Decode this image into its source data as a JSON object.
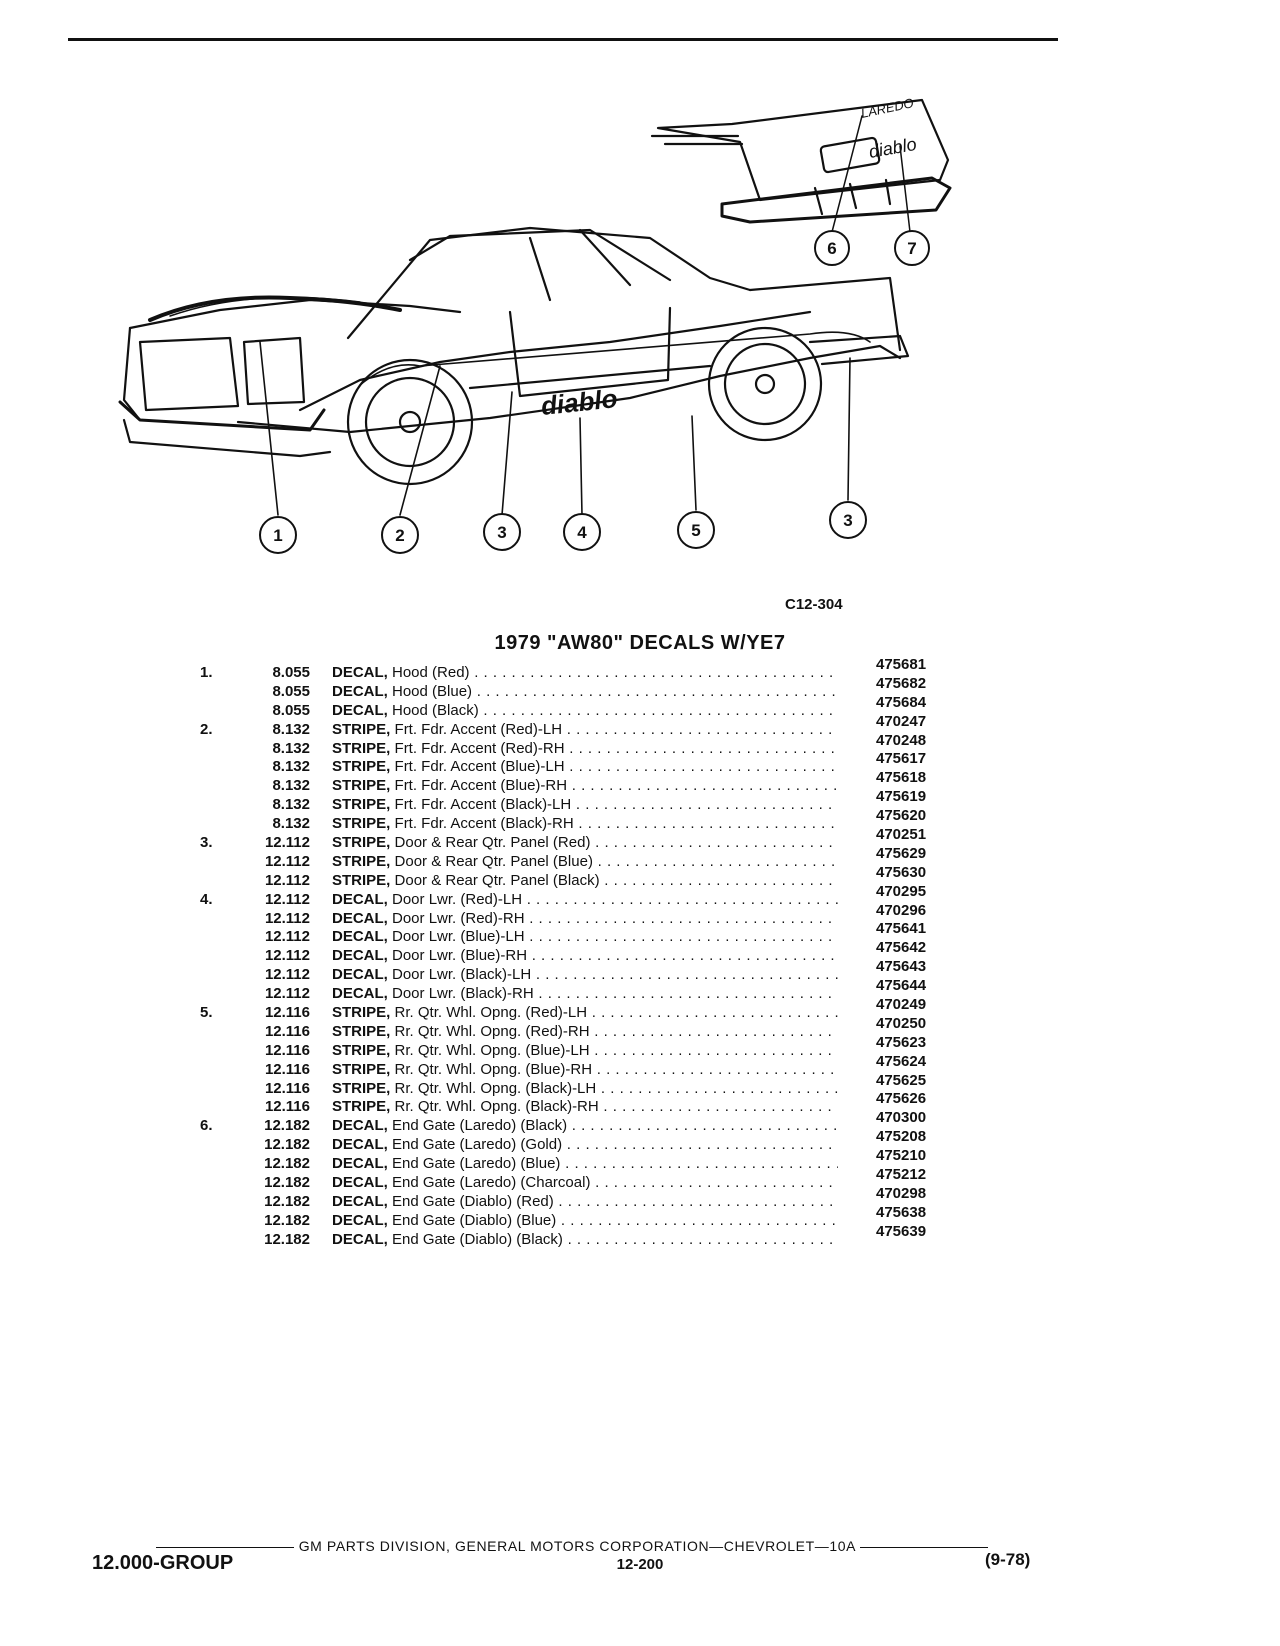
{
  "figure": {
    "code": "C12-304",
    "callouts": [
      "1",
      "2",
      "3",
      "4",
      "5",
      "3",
      "6",
      "7"
    ],
    "body_lettering": "diablo",
    "tailgate_lettering": [
      "LAREDO",
      "diablo"
    ]
  },
  "title": "1979 \"AW80\" DECALS W/YE7",
  "parts": [
    {
      "ref": "1.",
      "group": "8.055",
      "kw": "DECAL,",
      "desc": " Hood (Red)",
      "pn": "475681"
    },
    {
      "ref": "",
      "group": "8.055",
      "kw": "DECAL,",
      "desc": " Hood (Blue)",
      "pn": "475682"
    },
    {
      "ref": "",
      "group": "8.055",
      "kw": "DECAL,",
      "desc": " Hood (Black)",
      "pn": "475684"
    },
    {
      "ref": "2.",
      "group": "8.132",
      "kw": "STRIPE,",
      "desc": " Frt. Fdr. Accent (Red)-LH",
      "pn": "470247"
    },
    {
      "ref": "",
      "group": "8.132",
      "kw": "STRIPE,",
      "desc": " Frt. Fdr. Accent (Red)-RH",
      "pn": "470248"
    },
    {
      "ref": "",
      "group": "8.132",
      "kw": "STRIPE,",
      "desc": " Frt. Fdr. Accent (Blue)-LH",
      "pn": "475617"
    },
    {
      "ref": "",
      "group": "8.132",
      "kw": "STRIPE,",
      "desc": " Frt. Fdr. Accent (Blue)-RH",
      "pn": "475618"
    },
    {
      "ref": "",
      "group": "8.132",
      "kw": "STRIPE,",
      "desc": " Frt. Fdr. Accent (Black)-LH",
      "pn": "475619"
    },
    {
      "ref": "",
      "group": "8.132",
      "kw": "STRIPE,",
      "desc": " Frt. Fdr. Accent (Black)-RH",
      "pn": "475620"
    },
    {
      "ref": "3.",
      "group": "12.112",
      "kw": "STRIPE,",
      "desc": " Door & Rear Qtr. Panel (Red)",
      "pn": "470251"
    },
    {
      "ref": "",
      "group": "12.112",
      "kw": "STRIPE,",
      "desc": " Door & Rear Qtr. Panel (Blue)",
      "pn": "475629"
    },
    {
      "ref": "",
      "group": "12.112",
      "kw": "STRIPE,",
      "desc": " Door & Rear Qtr. Panel (Black)",
      "pn": "475630"
    },
    {
      "ref": "4.",
      "group": "12.112",
      "kw": "DECAL,",
      "desc": " Door Lwr. (Red)-LH",
      "pn": "470295"
    },
    {
      "ref": "",
      "group": "12.112",
      "kw": "DECAL,",
      "desc": " Door Lwr. (Red)-RH",
      "pn": "470296"
    },
    {
      "ref": "",
      "group": "12.112",
      "kw": "DECAL,",
      "desc": " Door Lwr. (Blue)-LH",
      "pn": "475641"
    },
    {
      "ref": "",
      "group": "12.112",
      "kw": "DECAL,",
      "desc": " Door Lwr. (Blue)-RH",
      "pn": "475642"
    },
    {
      "ref": "",
      "group": "12.112",
      "kw": "DECAL,",
      "desc": " Door Lwr. (Black)-LH",
      "pn": "475643"
    },
    {
      "ref": "",
      "group": "12.112",
      "kw": "DECAL,",
      "desc": " Door Lwr. (Black)-RH",
      "pn": "475644"
    },
    {
      "ref": "5.",
      "group": "12.116",
      "kw": "STRIPE,",
      "desc": " Rr. Qtr. Whl. Opng. (Red)-LH",
      "pn": "470249"
    },
    {
      "ref": "",
      "group": "12.116",
      "kw": "STRIPE,",
      "desc": " Rr. Qtr. Whl. Opng. (Red)-RH",
      "pn": "470250"
    },
    {
      "ref": "",
      "group": "12.116",
      "kw": "STRIPE,",
      "desc": " Rr. Qtr. Whl. Opng. (Blue)-LH",
      "pn": "475623"
    },
    {
      "ref": "",
      "group": "12.116",
      "kw": "STRIPE,",
      "desc": " Rr. Qtr. Whl. Opng. (Blue)-RH",
      "pn": "475624"
    },
    {
      "ref": "",
      "group": "12.116",
      "kw": "STRIPE,",
      "desc": " Rr. Qtr. Whl. Opng. (Black)-LH",
      "pn": "475625"
    },
    {
      "ref": "",
      "group": "12.116",
      "kw": "STRIPE,",
      "desc": " Rr. Qtr. Whl. Opng. (Black)-RH",
      "pn": "475626"
    },
    {
      "ref": "6.",
      "group": "12.182",
      "kw": "DECAL,",
      "desc": " End Gate (Laredo) (Black)",
      "pn": "470300"
    },
    {
      "ref": "",
      "group": "12.182",
      "kw": "DECAL,",
      "desc": " End Gate (Laredo) (Gold)",
      "pn": "475208"
    },
    {
      "ref": "",
      "group": "12.182",
      "kw": "DECAL,",
      "desc": " End Gate (Laredo) (Blue)",
      "pn": "475210"
    },
    {
      "ref": "",
      "group": "12.182",
      "kw": "DECAL,",
      "desc": " End Gate (Laredo) (Charcoal)",
      "pn": "475212"
    },
    {
      "ref": "",
      "group": "12.182",
      "kw": "DECAL,",
      "desc": " End Gate (Diablo) (Red)",
      "pn": "470298"
    },
    {
      "ref": "",
      "group": "12.182",
      "kw": "DECAL,",
      "desc": " End Gate (Diablo) (Blue)",
      "pn": "475638"
    },
    {
      "ref": "",
      "group": "12.182",
      "kw": "DECAL,",
      "desc": " End Gate (Diablo) (Black)",
      "pn": "475639"
    }
  ],
  "footer": {
    "publisher": "GM PARTS DIVISION, GENERAL MOTORS CORPORATION—CHEVROLET—10A",
    "group": "12.000-GROUP",
    "page": "12-200",
    "date": "(9-78)"
  },
  "colors": {
    "ink": "#111111",
    "paper": "#ffffff"
  }
}
